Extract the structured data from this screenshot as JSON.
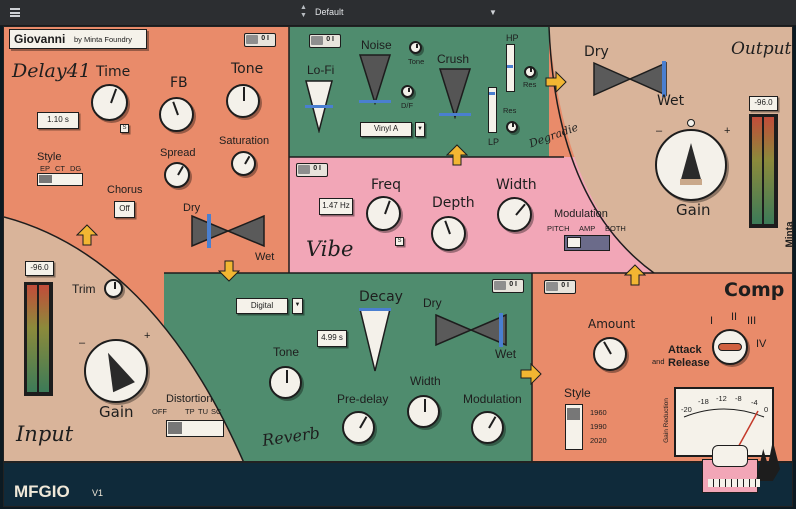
{
  "topbar": {
    "menu_icon": "hamburger-icon",
    "preset": "Default",
    "up_icon": "up-down-arrows-icon",
    "dropdown_icon": "caret-down-icon"
  },
  "brand": {
    "name": "Giovanni",
    "by": "by Minta Foundry",
    "product": "MFGIO",
    "version": "V1",
    "corner": "Minta"
  },
  "delay": {
    "title": "Delay41",
    "time": "Time",
    "time_value": "1.10 s",
    "sync": "S",
    "fb": "FB",
    "tone": "Tone",
    "saturation": "Saturation",
    "spread": "Spread",
    "style": "Style",
    "style_opts": [
      "EP",
      "CT",
      "DG"
    ],
    "chorus": "Chorus",
    "chorus_value": "Off",
    "dry": "Dry",
    "wet": "Wet",
    "power": "0 I"
  },
  "degrade": {
    "lofi": "Lo-Fi",
    "noise": "Noise",
    "tone": "Tone",
    "df": "D/F",
    "crush": "Crush",
    "hp": "HP",
    "lp": "LP",
    "res": "Res",
    "res2": "Res",
    "vinyl": "Vinyl A",
    "title": "Degradie",
    "power": "0 I"
  },
  "output": {
    "title": "Output",
    "dry": "Dry",
    "wet": "Wet",
    "meter": "-96.0",
    "gain": "Gain",
    "minus": "–",
    "plus": "+"
  },
  "vibe": {
    "title": "Vibe",
    "freq": "Freq",
    "freq_value": "1.47 Hz",
    "sync": "S",
    "depth": "Depth",
    "width": "Width",
    "modulation": "Modulation",
    "mod_opts": [
      "PITCH",
      "AMP",
      "BOTH"
    ],
    "power": "0 I"
  },
  "input": {
    "title": "Input",
    "meter": "-96.0",
    "trim": "Trim",
    "gain": "Gain",
    "minus": "–",
    "plus": "+",
    "distortion": "Distortion",
    "dist_opts": [
      "OFF",
      "TP",
      "TU",
      "SC"
    ]
  },
  "reverb": {
    "title": "Reverb",
    "type": "Digital",
    "decay": "Decay",
    "decay_value": "4.99 s",
    "dry": "Dry",
    "wet": "Wet",
    "tone": "Tone",
    "predelay": "Pre-delay",
    "width": "Width",
    "modulation": "Modulation",
    "power": "0 I"
  },
  "comp": {
    "title": "Comp",
    "amount": "Amount",
    "attack": "Attack",
    "and": "and",
    "release": "Release",
    "roman": [
      "I",
      "II",
      "III",
      "IV"
    ],
    "style": "Style",
    "style_opts": [
      "1960",
      "1990",
      "2020"
    ],
    "vu_ticks": [
      "-20",
      "-18",
      "-12",
      "-8",
      "-4",
      "0"
    ],
    "gain_reduction": "Gain Reduction",
    "power": "0 I"
  },
  "colors": {
    "orange": "#e98b6a",
    "green": "#4f8c6e",
    "pink": "#f2a6b7",
    "beige": "#d9b49a",
    "navy": "#0f2a3a",
    "arrow": "#f2b632",
    "topbar": "#2c2e31"
  }
}
